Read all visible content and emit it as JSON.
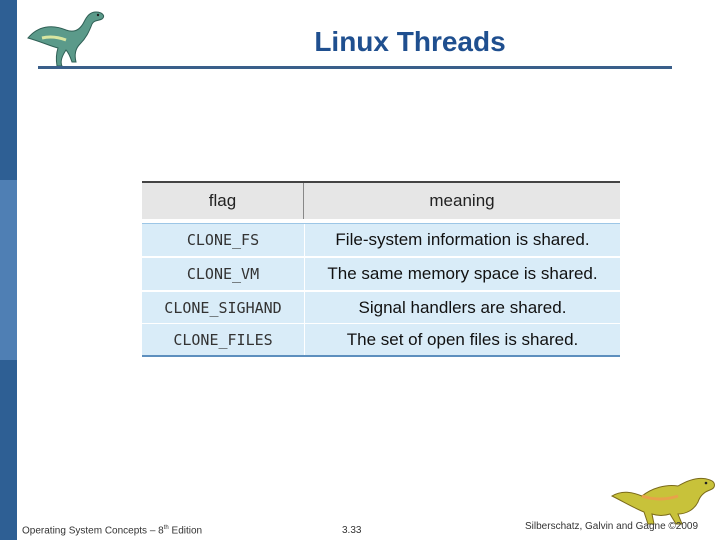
{
  "slide": {
    "title": "Linux Threads"
  },
  "table": {
    "headers": [
      "flag",
      "meaning"
    ],
    "rows": [
      {
        "flag": "CLONE_FS",
        "meaning": "File-system information is shared."
      },
      {
        "flag": "CLONE_VM",
        "meaning": "The same memory space is shared."
      },
      {
        "flag": "CLONE_SIGHAND",
        "meaning": "Signal handlers are shared."
      },
      {
        "flag": "CLONE_FILES",
        "meaning": "The set of open files is shared."
      }
    ]
  },
  "footer": {
    "book_prefix": "Operating System Concepts – 8",
    "book_sup": "th",
    "book_suffix": " Edition",
    "page": "3.33",
    "authors": "Silberschatz, Galvin and Gagne ©2009"
  },
  "icons": {
    "top_left": "dinosaur-icon",
    "bottom_right": "dinosaur-icon"
  },
  "colors": {
    "sidebar": "#2e5f94",
    "title": "#1f4f8f",
    "row_fill": "#d9ecf8",
    "header_fill": "#e6e6e6"
  }
}
